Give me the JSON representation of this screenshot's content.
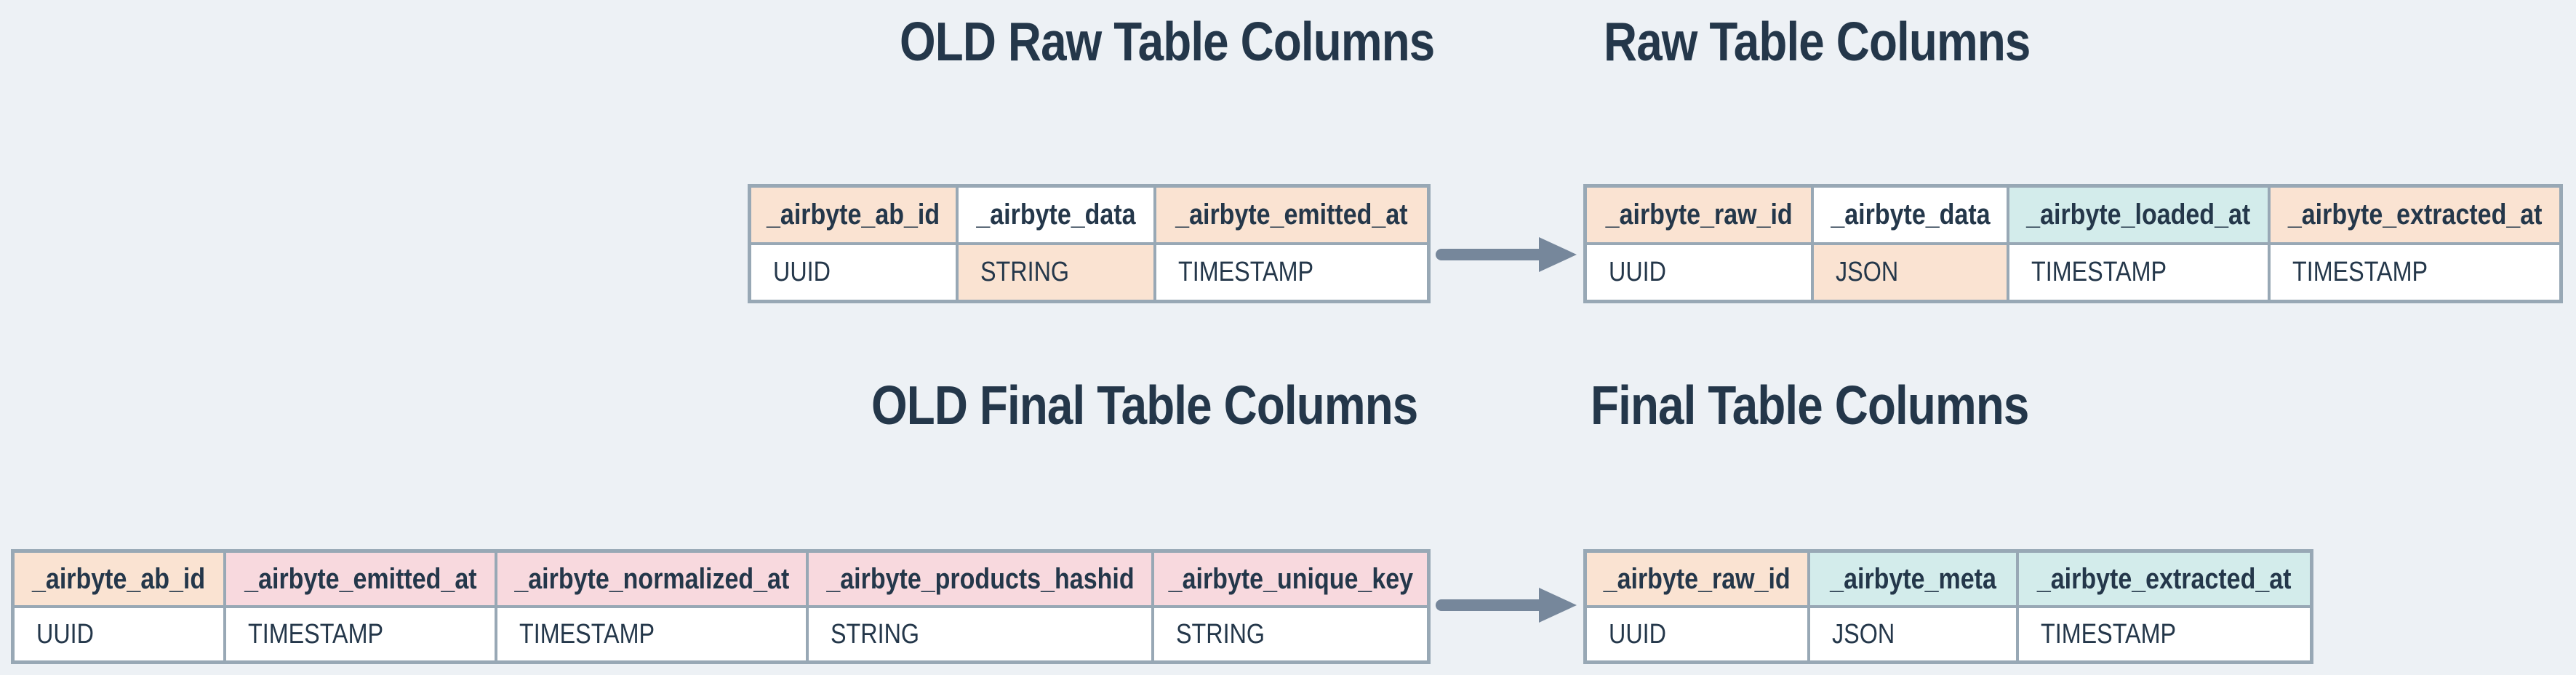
{
  "headings": {
    "old_raw": "OLD Raw Table Columns",
    "raw": "Raw Table Columns",
    "old_final": "OLD Final Table Columns",
    "final": "Final Table Columns"
  },
  "colors": {
    "peach": "#fae3d2",
    "pink": "#f8d9de",
    "teal": "#d3eceb",
    "white": "#ffffff",
    "border": "#98a8b5",
    "arrow": "#76879b",
    "text": "#24374a",
    "background": "#edf1f5"
  },
  "tables": [
    {
      "id": "old-raw-table",
      "heading": "old_raw",
      "columns": [
        {
          "name": "_airbyte_ab_id",
          "type": "UUID",
          "name_bg": "peach",
          "type_bg": "white"
        },
        {
          "name": "_airbyte_data",
          "type": "STRING",
          "name_bg": "white",
          "type_bg": "peach"
        },
        {
          "name": "_airbyte_emitted_at",
          "type": "TIMESTAMP",
          "name_bg": "peach",
          "type_bg": "white"
        }
      ]
    },
    {
      "id": "raw-table",
      "heading": "raw",
      "columns": [
        {
          "name": "_airbyte_raw_id",
          "type": "UUID",
          "name_bg": "peach",
          "type_bg": "white"
        },
        {
          "name": "_airbyte_data",
          "type": "JSON",
          "name_bg": "white",
          "type_bg": "peach"
        },
        {
          "name": "_airbyte_loaded_at",
          "type": "TIMESTAMP",
          "name_bg": "teal",
          "type_bg": "white"
        },
        {
          "name": "_airbyte_extracted_at",
          "type": "TIMESTAMP",
          "name_bg": "peach",
          "type_bg": "white"
        }
      ]
    },
    {
      "id": "old-final-table",
      "heading": "old_final",
      "columns": [
        {
          "name": "_airbyte_ab_id",
          "type": "UUID",
          "name_bg": "peach",
          "type_bg": "white"
        },
        {
          "name": "_airbyte_emitted_at",
          "type": "TIMESTAMP",
          "name_bg": "pink",
          "type_bg": "white"
        },
        {
          "name": "_airbyte_normalized_at",
          "type": "TIMESTAMP",
          "name_bg": "pink",
          "type_bg": "white"
        },
        {
          "name": "_airbyte_products_hashid",
          "type": "STRING",
          "name_bg": "pink",
          "type_bg": "white"
        },
        {
          "name": "_airbyte_unique_key",
          "type": "STRING",
          "name_bg": "pink",
          "type_bg": "white"
        }
      ]
    },
    {
      "id": "final-table",
      "heading": "final",
      "columns": [
        {
          "name": "_airbyte_raw_id",
          "type": "UUID",
          "name_bg": "peach",
          "type_bg": "white"
        },
        {
          "name": "_airbyte_meta",
          "type": "JSON",
          "name_bg": "teal",
          "type_bg": "white"
        },
        {
          "name": "_airbyte_extracted_at",
          "type": "TIMESTAMP",
          "name_bg": "teal",
          "type_bg": "white"
        }
      ]
    }
  ]
}
